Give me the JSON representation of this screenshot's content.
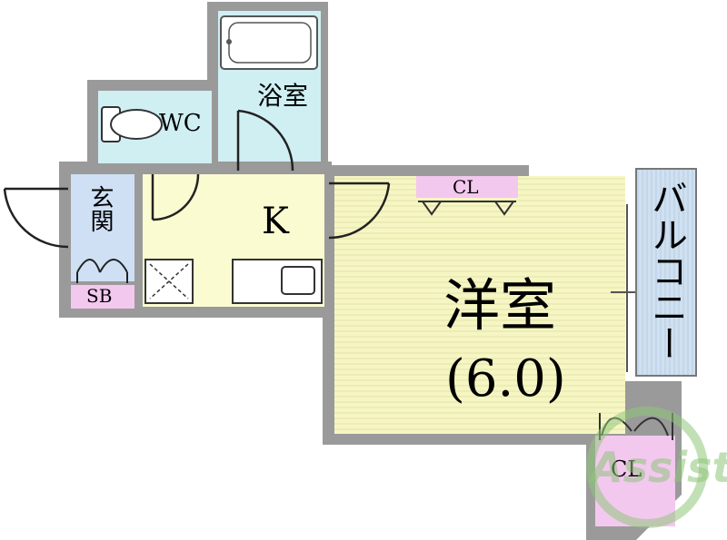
{
  "labels": {
    "bathroom": "浴室",
    "toilet": "WC",
    "entrance": "玄関",
    "shoe_box": "SB",
    "kitchen": "K",
    "closet_top": "CL",
    "western_room": "洋室",
    "room_size": "(6.0)",
    "balcony": "バルコニー",
    "closet_bottom": "CL",
    "watermark": "Assist"
  },
  "colors": {
    "wall": "#9a9a9a",
    "bath_fill": "#cfeff3",
    "entrance_fill": "#cfe0f5",
    "kitchen_fill": "#fbfbd2",
    "room_fill": "#f6f6c4",
    "closet_fill": "#f3c8ef",
    "balcony_fill": "#cfe0f0",
    "watermark": "#8fc67a"
  }
}
